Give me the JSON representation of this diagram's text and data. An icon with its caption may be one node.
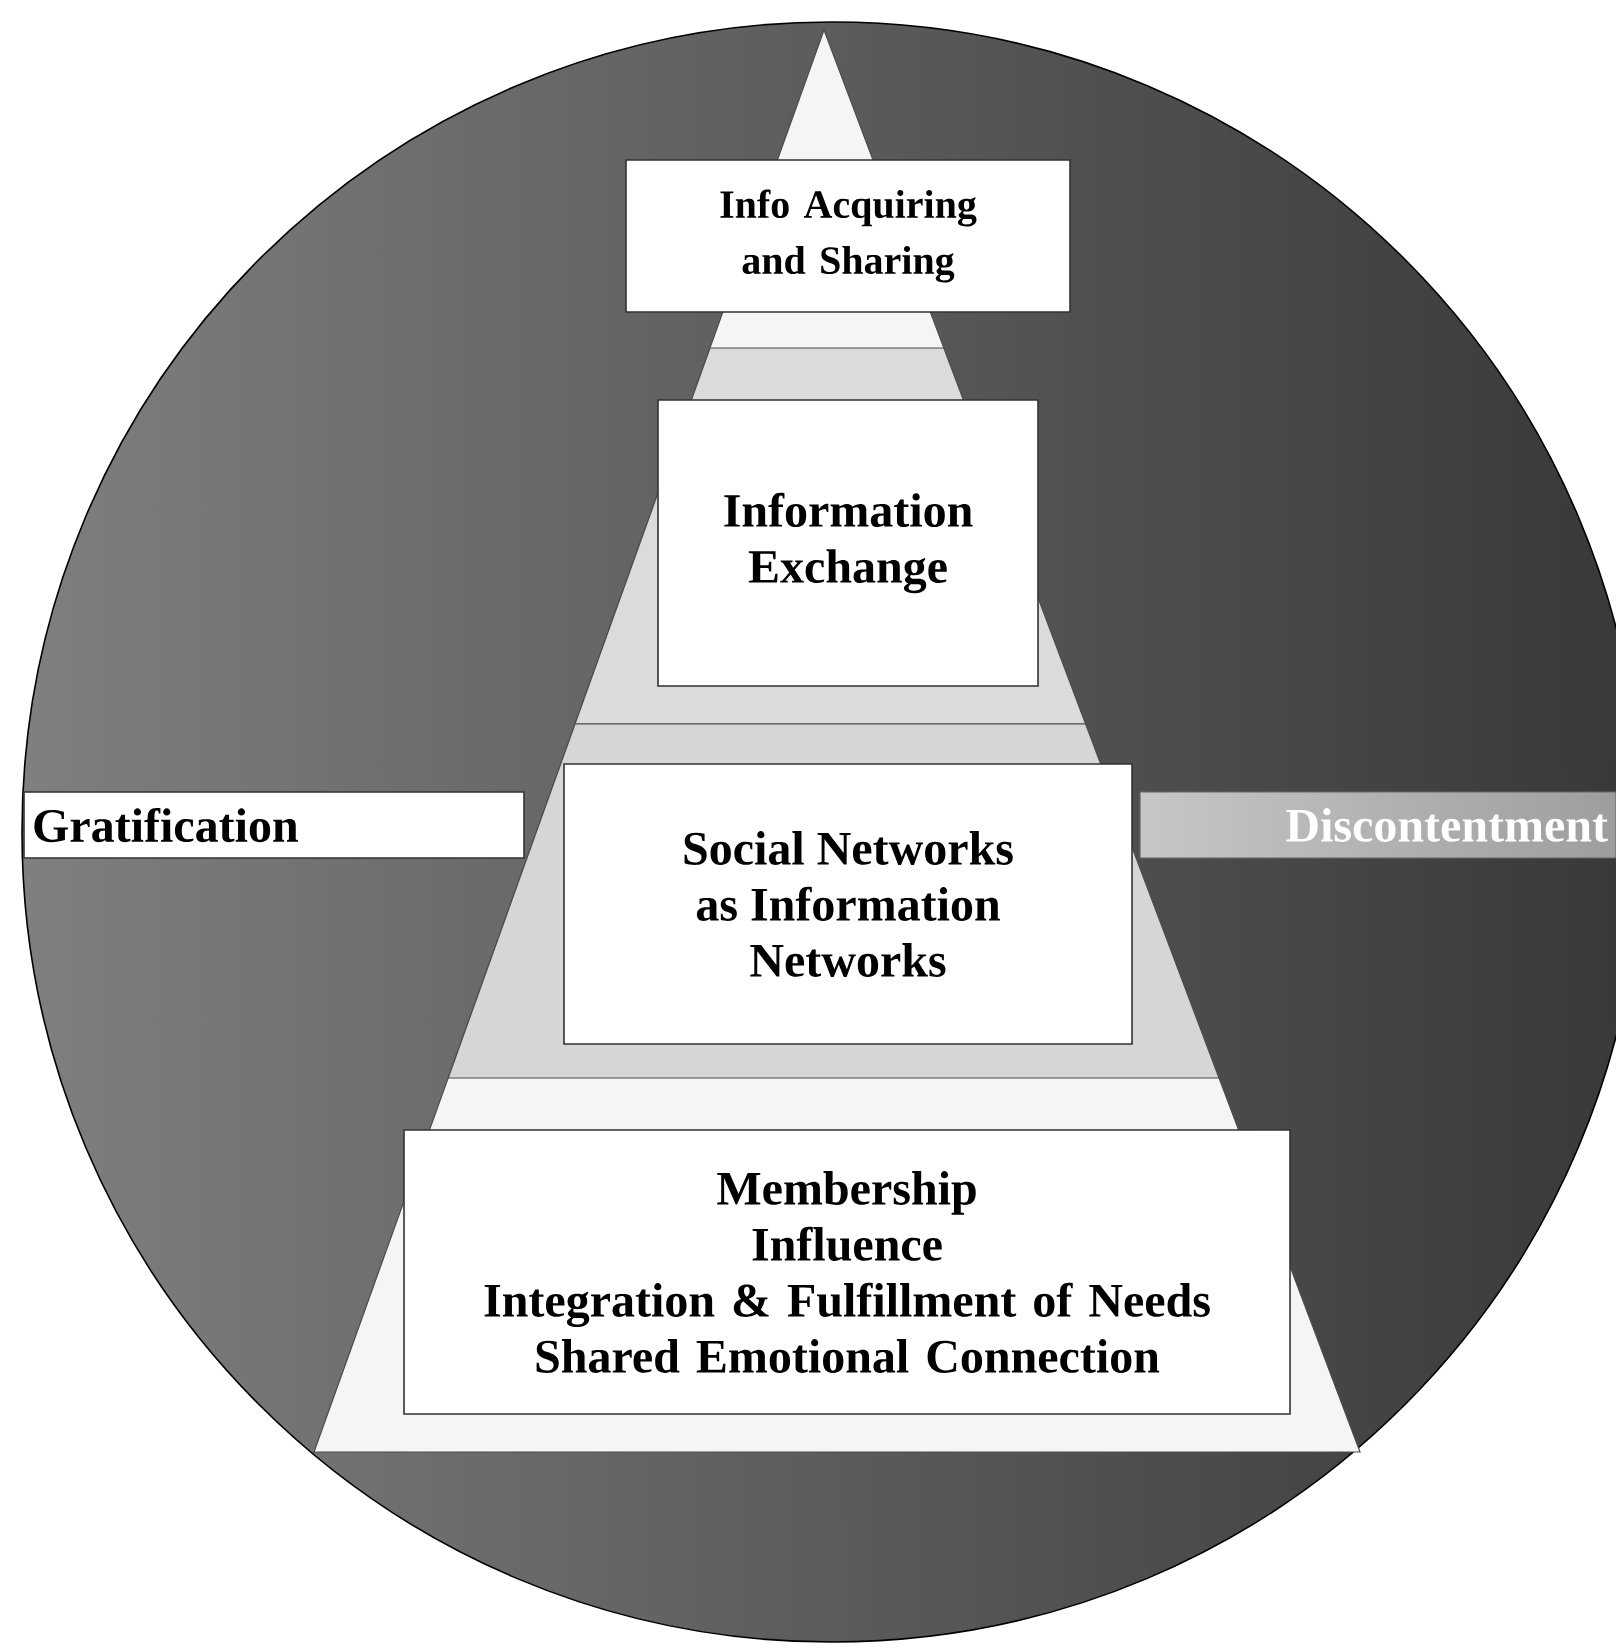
{
  "diagram": {
    "nodes": [
      {
        "text": [
          "Info Acquiring and Sharing"
        ]
      },
      {
        "text": [
          "Information Exchange"
        ]
      },
      {
        "text": [
          "Gratification"
        ]
      },
      {
        "text": [
          "Social Networks as Information Networks"
        ]
      },
      {
        "text": [
          "Discontentment"
        ]
      },
      {
        "text": [
          "Membership",
          "Influence",
          "Integration & Fulfillment of Needs",
          "Shared Emotional Connection"
        ]
      }
    ]
  }
}
